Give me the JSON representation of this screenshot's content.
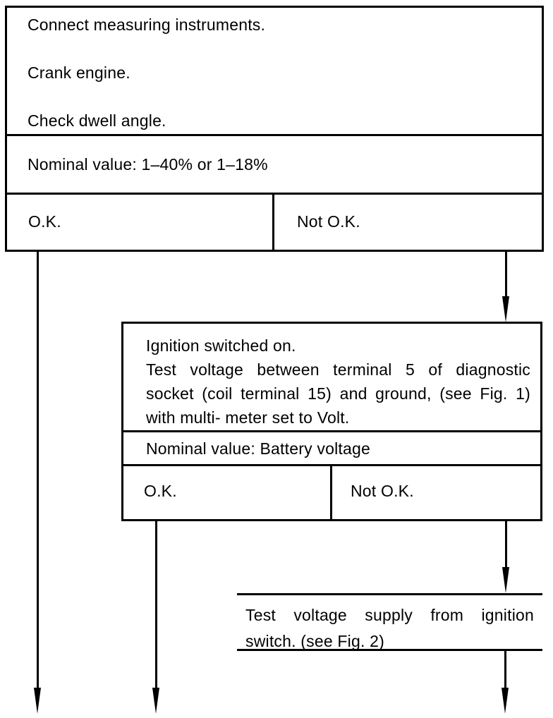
{
  "flowchart": {
    "background_color": "#ffffff",
    "ink_color": "#000000",
    "box1": {
      "steps": [
        "Connect measuring instruments.",
        "Crank engine.",
        "Check dwell angle."
      ],
      "nominal_value": "Nominal value: 1–40% or 1–18%",
      "ok_label": "O.K.",
      "not_ok_label": "Not O.K."
    },
    "box2": {
      "lines": [
        "Ignition switched on.",
        "Test voltage between terminal 5 of diagnostic",
        "socket (coil terminal 15) and ground, (see Fig. 1)",
        "with multi- meter set to Volt."
      ],
      "nominal_value": "Nominal value: Battery voltage",
      "ok_label": "O.K.",
      "not_ok_label": "Not O.K."
    },
    "box3": {
      "lines": [
        "Test voltage supply from ignition",
        "switch. (see Fig. 2)"
      ]
    }
  }
}
